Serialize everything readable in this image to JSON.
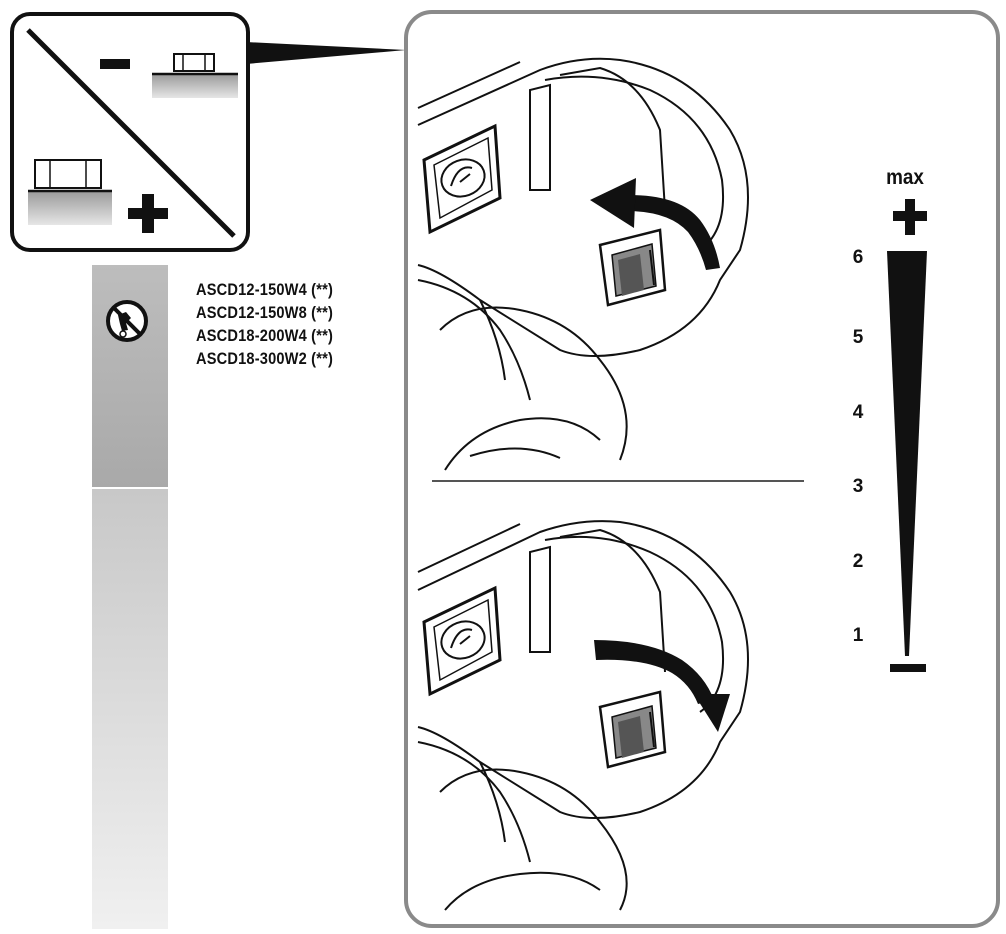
{
  "torque_scale": {
    "max_label": "max",
    "levels": [
      "1",
      "2",
      "3",
      "4",
      "5",
      "6"
    ],
    "plus_symbol": "+",
    "minus_symbol": "−"
  },
  "models": {
    "items": [
      "ASCD12-150W4 (**)",
      "ASCD12-150W8 (**)",
      "ASCD18-200W4 (**)",
      "ASCD18-300W2 (**)"
    ]
  },
  "inset": {
    "minus_symbol": "−",
    "plus_symbol": "+"
  },
  "colors": {
    "frame": "#8a8a8a",
    "ink": "#111111",
    "sidebar_gray": "#b4b4b4"
  },
  "icons": [
    "no-impact-wrench-icon",
    "fein-logo-icon",
    "rotate-ccw-arrow-icon",
    "rotate-cw-arrow-icon"
  ]
}
